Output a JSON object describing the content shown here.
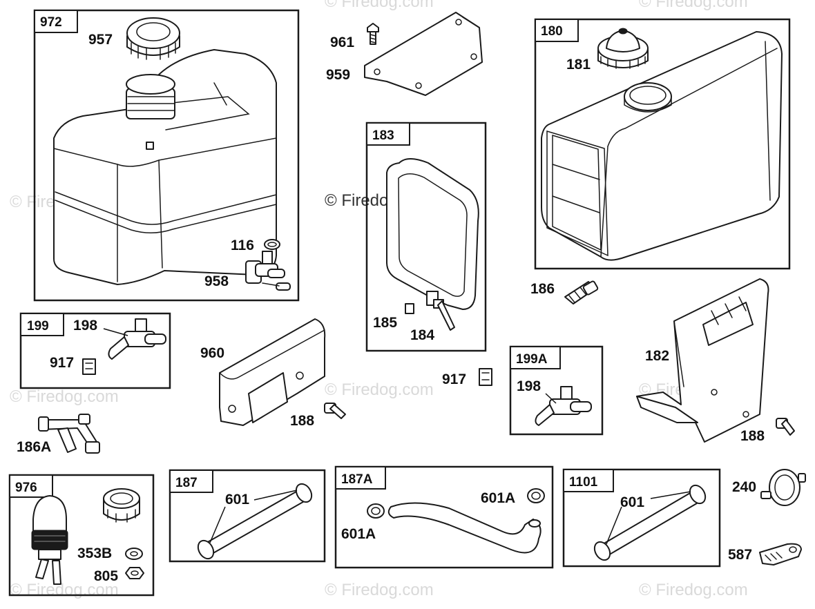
{
  "watermark": "© Firedog.com",
  "groups": {
    "g972": "972",
    "g180": "180",
    "g183": "183",
    "g199": "199",
    "g199a": "199A",
    "g976": "976",
    "g187": "187",
    "g187a": "187A",
    "g1101": "1101"
  },
  "labels": {
    "p957": "957",
    "p961": "961",
    "p959": "959",
    "p181": "181",
    "p116": "116",
    "p958": "958",
    "p198": "198",
    "p917a": "917",
    "p960": "960",
    "p185": "185",
    "p184": "184",
    "p186": "186",
    "p917b": "917",
    "p198b": "198",
    "p182": "182",
    "p188a": "188",
    "p188b": "188",
    "p186a": "186A",
    "p353b": "353B",
    "p805": "805",
    "p601a": "601",
    "p601aa": "601A",
    "p601ab": "601A",
    "p601b": "601",
    "p240": "240",
    "p587": "587"
  }
}
